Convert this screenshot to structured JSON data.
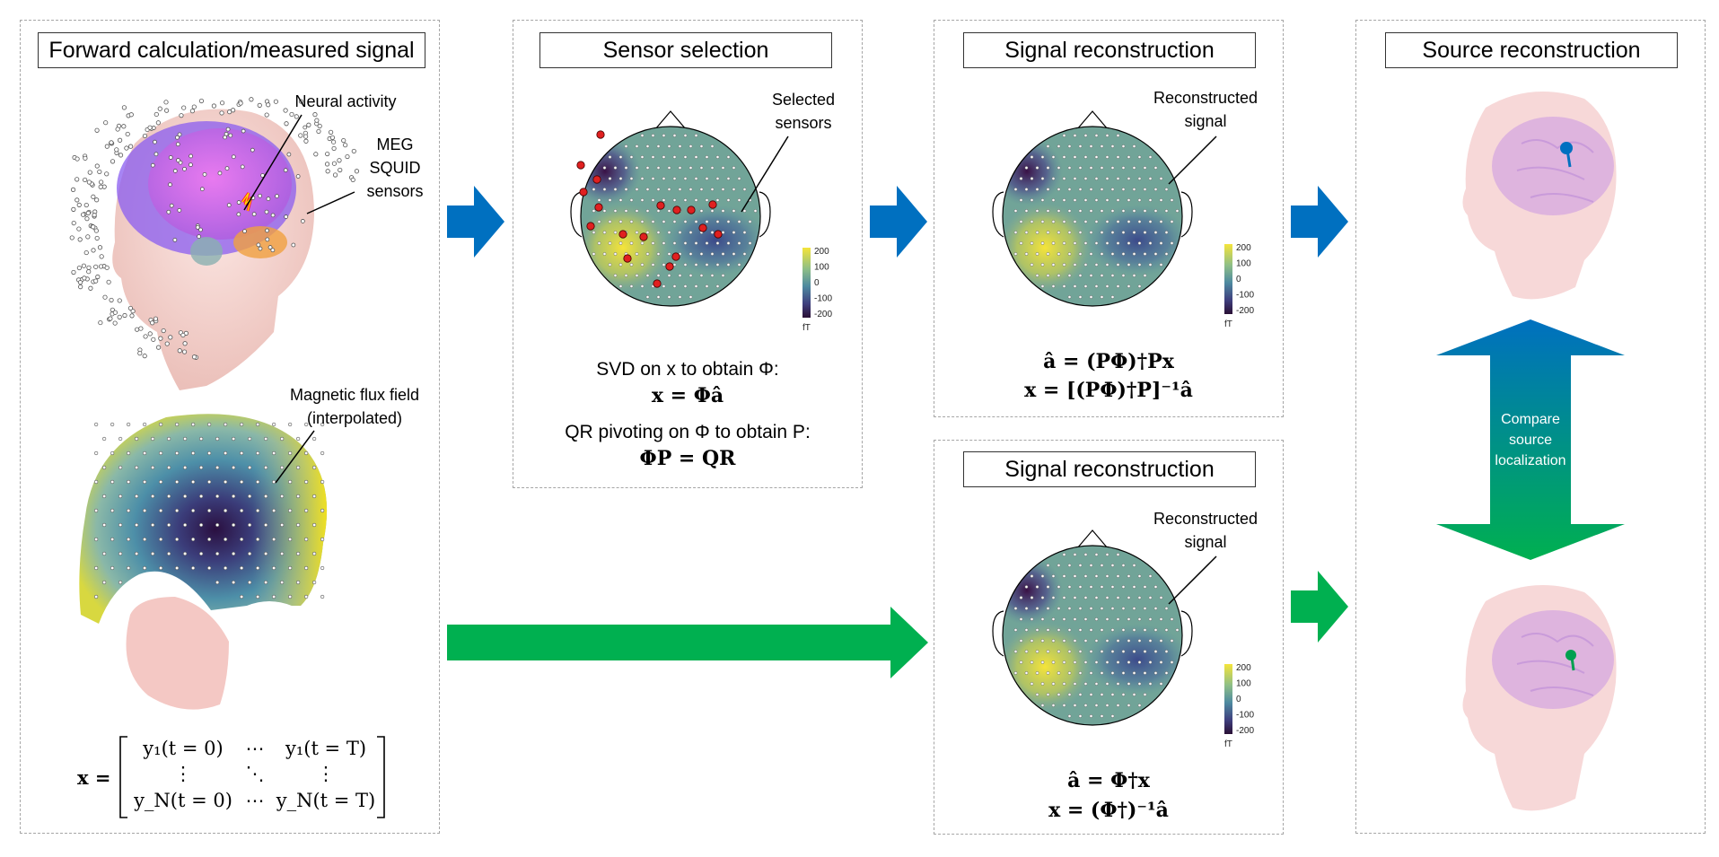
{
  "panels": {
    "forward": {
      "title": "Forward calculation/measured signal"
    },
    "selection": {
      "title": "Sensor selection"
    },
    "recon_top": {
      "title": "Signal reconstruction"
    },
    "recon_bottom": {
      "title": "Signal reconstruction"
    },
    "source": {
      "title": "Source reconstruction"
    }
  },
  "annotations": {
    "neural_activity": "Neural activity",
    "meg_1": "MEG",
    "meg_2": "SQUID",
    "meg_3": "sensors",
    "flux_1": "Magnetic flux field",
    "flux_2": "(interpolated)",
    "selected_1": "Selected",
    "selected_2": "sensors",
    "recon_sig_1": "Reconstructed",
    "recon_sig_2": "signal",
    "recon_sig_b1": "Reconstructed",
    "recon_sig_b2": "signal",
    "compare_1": "Compare",
    "compare_2": "source",
    "compare_3": "localization"
  },
  "equations": {
    "svd_label": "SVD on x to obtain Φ:",
    "svd_eq": "x = Φâ",
    "qr_label": "QR pivoting on Φ to obtain P:",
    "qr_eq": "ΦP = QR",
    "top_eq1": "â = (PΦ)†Px",
    "top_eq2": "x = [(PΦ)†P]⁻¹â",
    "bottom_eq1": "â = Φ†x",
    "bottom_eq2": "x = (Φ†)⁻¹â",
    "matrix_lhs": "x =",
    "m11": "y₁(t = 0)",
    "m12": "⋯",
    "m13": "y₁(t = T)",
    "m21": "⋮",
    "m22": "⋱",
    "m23": "⋮",
    "m31": "y_N(t = 0)",
    "m32": "⋯",
    "m33": "y_N(t = T)"
  },
  "colorbar": {
    "ticks": [
      "200",
      "100",
      "0",
      "-100",
      "-200"
    ],
    "unit": "fT"
  },
  "colors": {
    "blue_arrow": "#0070c0",
    "green_arrow": "#00b050",
    "selected_sensor": "#e02020",
    "dipole_blue": "#0070c0",
    "dipole_green": "#00a050"
  }
}
